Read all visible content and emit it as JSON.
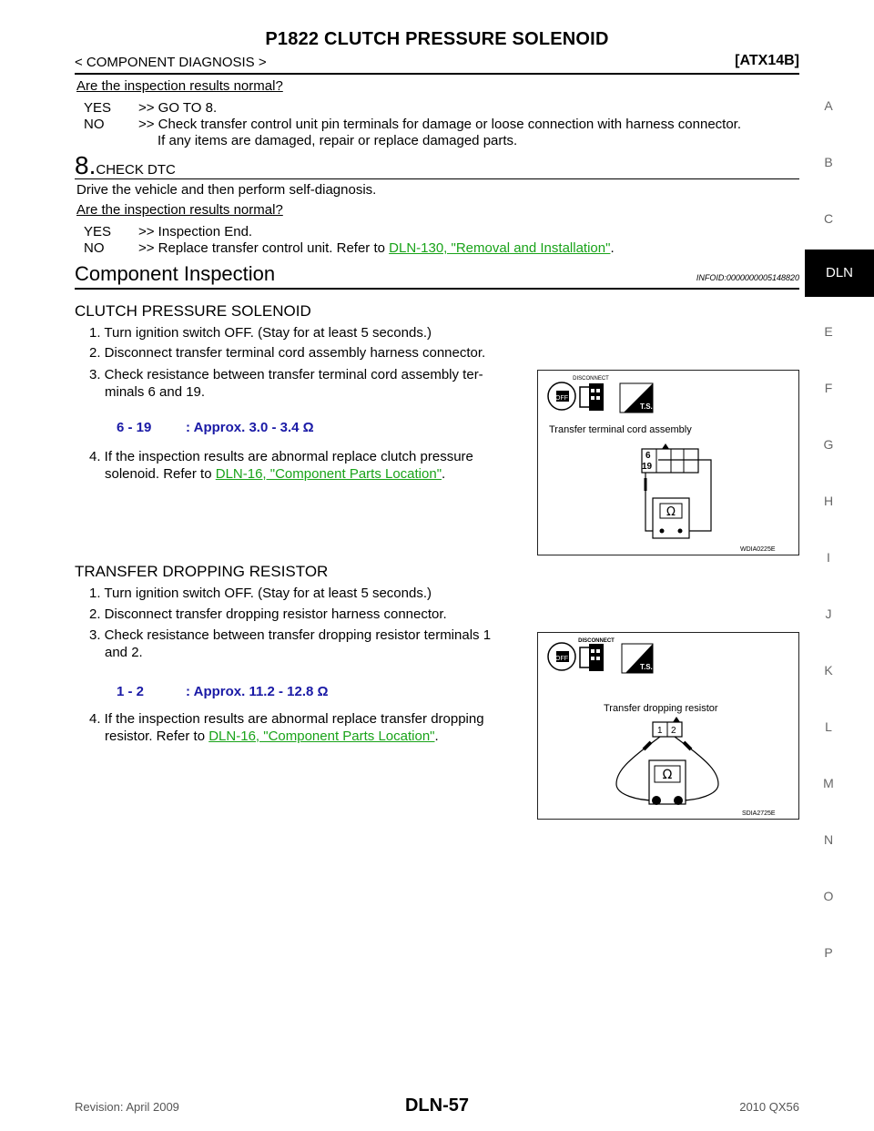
{
  "header": {
    "title": "P1822 CLUTCH PRESSURE SOLENOID",
    "section": "< COMPONENT DIAGNOSIS >",
    "model_code": "[ATX14B]"
  },
  "step7": {
    "question": "Are the inspection results normal?",
    "yes_key": "YES",
    "yes_text": ">> GO TO 8.",
    "no_key": "NO",
    "no_text_1": ">> Check transfer control unit pin terminals for damage or loose connection with harness connector.",
    "no_text_2": "If any items are damaged, repair or replace damaged parts."
  },
  "step8": {
    "number": "8.",
    "heading": "CHECK DTC",
    "instruction": "Drive the vehicle and then perform self-diagnosis.",
    "question": "Are the inspection results normal?",
    "yes_key": "YES",
    "yes_text": ">> Inspection End.",
    "no_key": "NO",
    "no_text_prefix": ">> Replace transfer control unit. Refer to ",
    "no_link": "DLN-130, \"Removal and Installation\"",
    "no_text_suffix": "."
  },
  "component_inspection": {
    "heading": "Component Inspection",
    "info_id": "INFOID:0000000005148820"
  },
  "clutch": {
    "heading": "CLUTCH PRESSURE SOLENOID",
    "step1": "1. Turn ignition switch OFF. (Stay for at least 5 seconds.)",
    "step2": "2. Disconnect transfer terminal cord assembly harness connector.",
    "step3_a": "3. Check resistance between transfer terminal cord assembly ter-",
    "step3_b": "minals 6 and 19.",
    "spec_terms": "6 - 19",
    "spec_value": ": Approx. 3.0 - 3.4 Ω",
    "step4_a": "4. If the inspection results are abnormal replace clutch pressure",
    "step4_b_prefix": "solenoid. Refer to ",
    "step4_link": "DLN-16, \"Component Parts Location\"",
    "step4_suffix": ".",
    "figure": {
      "disconnect": "DISCONNECT",
      "off": "OFF",
      "ts": "T.S.",
      "label": "Transfer terminal cord assembly",
      "pin_a": "6",
      "pin_b": "19",
      "ohm": "Ω",
      "code": "WDIA0225E"
    }
  },
  "resistor": {
    "heading": "TRANSFER DROPPING RESISTOR",
    "step1": "1. Turn ignition switch OFF. (Stay for at least 5 seconds.)",
    "step2": "2. Disconnect transfer dropping resistor harness connector.",
    "step3_a": "3. Check resistance between transfer dropping resistor terminals 1",
    "step3_b": "and 2.",
    "spec_terms": "1 - 2",
    "spec_value": ": Approx. 11.2 - 12.8 Ω",
    "step4_a": "4. If the inspection results are abnormal replace transfer dropping",
    "step4_b_prefix": "resistor. Refer to ",
    "step4_link": "DLN-16, \"Component Parts Location\"",
    "step4_suffix": ".",
    "figure": {
      "disconnect": "DISCONNECT",
      "off": "OFF",
      "ts": "T.S.",
      "label": "Transfer dropping resistor",
      "pin_a": "1",
      "pin_b": "2",
      "ohm": "Ω",
      "code": "SDIA2725E"
    }
  },
  "side_tabs": [
    "A",
    "B",
    "C",
    "DLN",
    "E",
    "F",
    "G",
    "H",
    "I",
    "J",
    "K",
    "L",
    "M",
    "N",
    "O",
    "P"
  ],
  "active_tab": "DLN",
  "footer": {
    "revision": "Revision: April 2009",
    "page": "DLN-57",
    "vehicle": "2010 QX56"
  }
}
